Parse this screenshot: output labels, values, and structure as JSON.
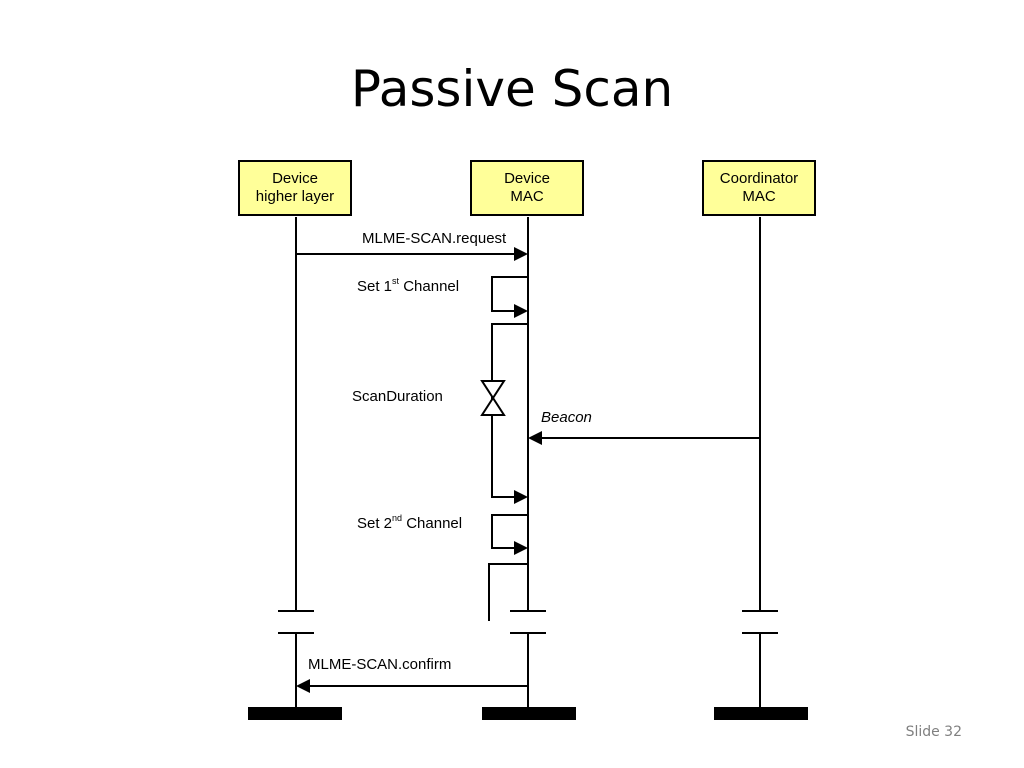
{
  "slide": {
    "title": "Passive Scan",
    "slide_number": "Slide 32"
  },
  "lifelines": [
    {
      "line1": "Device",
      "line2": "higher layer"
    },
    {
      "line1": "Device",
      "line2": "MAC"
    },
    {
      "line1": "Coordinator",
      "line2": "MAC"
    }
  ],
  "messages": {
    "scan_request": "MLME-SCAN.request",
    "set_first_pre": "Set 1",
    "set_first_sup": "st",
    "set_first_post": " Channel",
    "scan_duration": "ScanDuration",
    "beacon": "Beacon",
    "set_second_pre": "Set 2",
    "set_second_sup": "nd",
    "set_second_post": " Channel",
    "scan_confirm": "MLME-SCAN.confirm"
  }
}
